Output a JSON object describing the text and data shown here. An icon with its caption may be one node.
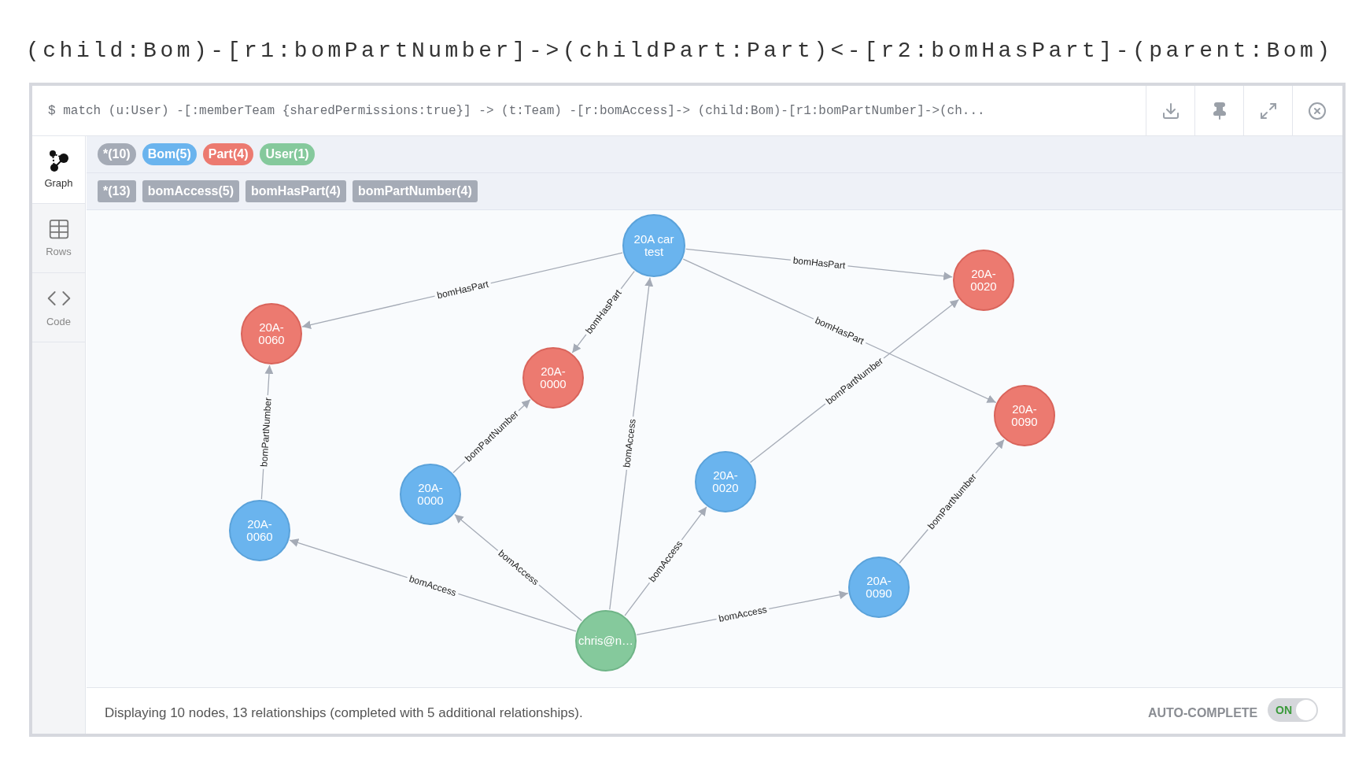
{
  "diagram": {
    "title": "(child:Bom)-[r1:bomPartNumber]->(childPart:Part)<-[r2:bomHasPart]-(parent:Bom)",
    "nodes": [
      {
        "text": [
          "20A car test"
        ]
      },
      {
        "text": [
          "20A-0060"
        ]
      },
      {
        "text": [
          "20A-0000"
        ]
      },
      {
        "text": [
          "20A-0020"
        ]
      },
      {
        "text": [
          "20A-0090"
        ]
      },
      {
        "text": [
          "20A-0060"
        ]
      },
      {
        "text": [
          "20A-0000"
        ]
      },
      {
        "text": [
          "20A-0020"
        ]
      },
      {
        "text": [
          "20A-0090"
        ]
      },
      {
        "text": [
          "chris@n…"
        ]
      }
    ],
    "edges": [
      {
        "from": 0,
        "to": 1,
        "arrow": "to",
        "label": "bomHasPart"
      },
      {
        "from": 0,
        "to": 2,
        "arrow": "to",
        "label": "bomHasPart"
      },
      {
        "from": 0,
        "to": 3,
        "arrow": "to",
        "label": "bomHasPart"
      },
      {
        "from": 0,
        "to": 4,
        "arrow": "to",
        "label": "bomHasPart"
      },
      {
        "from": 5,
        "to": 1,
        "arrow": "to",
        "label": "bomPartNumber"
      },
      {
        "from": 6,
        "to": 2,
        "arrow": "to",
        "label": "bomPartNumber"
      },
      {
        "from": 7,
        "to": 3,
        "arrow": "to",
        "label": "bomPartNumber"
      },
      {
        "from": 8,
        "to": 4,
        "arrow": "to",
        "label": "bomPartNumber"
      },
      {
        "from": 9,
        "to": 5,
        "arrow": "to",
        "label": "bomAccess"
      },
      {
        "from": 9,
        "to": 6,
        "arrow": "to",
        "label": "bomAccess"
      },
      {
        "from": 9,
        "to": 0,
        "arrow": "to",
        "label": "bomAccess"
      },
      {
        "from": 9,
        "to": 7,
        "arrow": "to",
        "label": "bomAccess"
      },
      {
        "from": 9,
        "to": 8,
        "arrow": "to",
        "label": "bomAccess"
      }
    ],
    "labels": [
      "$ match (u:User) -[:memberTeam {sharedPermissions:true}] -> (t:Team) -[r:bomAccess]-> (child:Bom)-[r1:bomPartNumber]->(ch...",
      "Graph",
      "Rows",
      "Code",
      "Displaying 10 nodes, 13 relationships (completed with 5 additional relationships).",
      "AUTO-COMPLETE",
      "ON"
    ],
    "legend": [
      {
        "text": "*(10)",
        "color": "#a5abb6"
      },
      {
        "text": "Bom(5)",
        "color": "#6ab4ee"
      },
      {
        "text": "Part(4)",
        "color": "#ec7a70"
      },
      {
        "text": "User(1)",
        "color": "#85c99c"
      },
      {
        "text": "*(13)",
        "color": "#a5abb6"
      },
      {
        "text": "bomAccess(5)",
        "color": "#a5abb6"
      },
      {
        "text": "bomHasPart(4)",
        "color": "#a5abb6"
      },
      {
        "text": "bomPartNumber(4)",
        "color": "#a5abb6"
      }
    ]
  }
}
